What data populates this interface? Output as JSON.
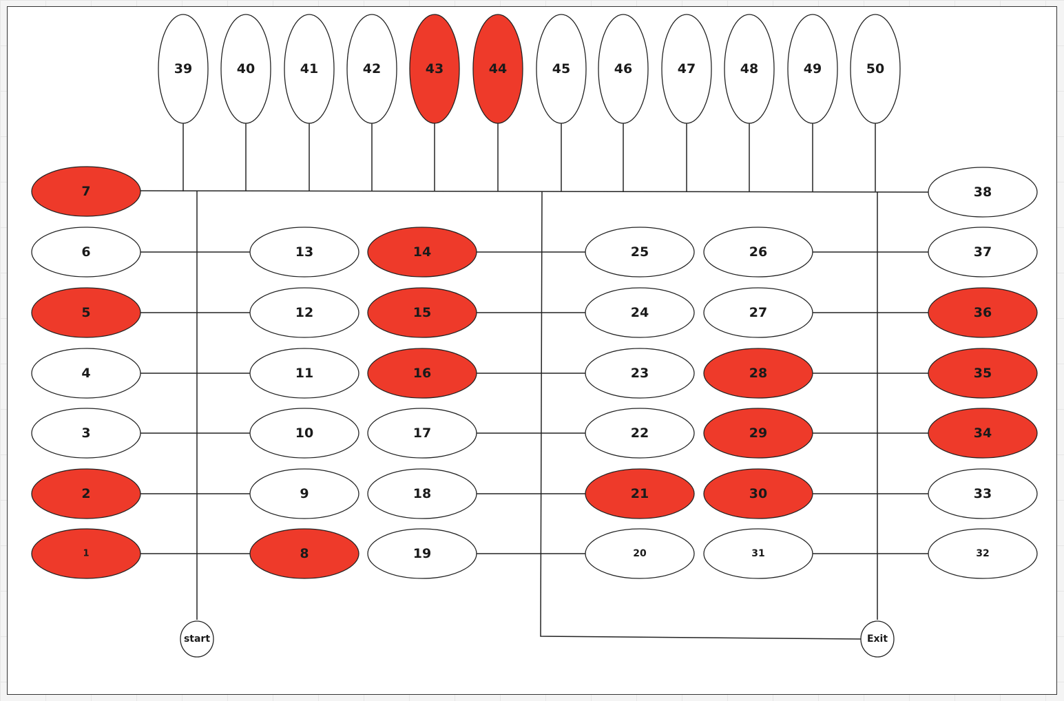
{
  "colors": {
    "selected": "#ee3a2a",
    "default": "#ffffff",
    "stroke": "#222222"
  },
  "nodes": [
    {
      "label": "1",
      "selected": true
    },
    {
      "label": "2",
      "selected": true
    },
    {
      "label": "3",
      "selected": false
    },
    {
      "label": "4",
      "selected": false
    },
    {
      "label": "5",
      "selected": true
    },
    {
      "label": "6",
      "selected": false
    },
    {
      "label": "7",
      "selected": true
    },
    {
      "label": "8",
      "selected": true
    },
    {
      "label": "9",
      "selected": false
    },
    {
      "label": "10",
      "selected": false
    },
    {
      "label": "11",
      "selected": false
    },
    {
      "label": "12",
      "selected": false
    },
    {
      "label": "13",
      "selected": false
    },
    {
      "label": "14",
      "selected": true
    },
    {
      "label": "15",
      "selected": true
    },
    {
      "label": "16",
      "selected": true
    },
    {
      "label": "17",
      "selected": false
    },
    {
      "label": "18",
      "selected": false
    },
    {
      "label": "19",
      "selected": false
    },
    {
      "label": "20",
      "selected": false
    },
    {
      "label": "21",
      "selected": true
    },
    {
      "label": "22",
      "selected": false
    },
    {
      "label": "23",
      "selected": false
    },
    {
      "label": "24",
      "selected": false
    },
    {
      "label": "25",
      "selected": false
    },
    {
      "label": "26",
      "selected": false
    },
    {
      "label": "27",
      "selected": false
    },
    {
      "label": "28",
      "selected": true
    },
    {
      "label": "29",
      "selected": true
    },
    {
      "label": "30",
      "selected": true
    },
    {
      "label": "31",
      "selected": false
    },
    {
      "label": "32",
      "selected": false
    },
    {
      "label": "33",
      "selected": false
    },
    {
      "label": "34",
      "selected": true
    },
    {
      "label": "35",
      "selected": true
    },
    {
      "label": "36",
      "selected": true
    },
    {
      "label": "37",
      "selected": false
    },
    {
      "label": "38",
      "selected": false
    },
    {
      "label": "39",
      "selected": false
    },
    {
      "label": "40",
      "selected": false
    },
    {
      "label": "41",
      "selected": false
    },
    {
      "label": "42",
      "selected": false
    },
    {
      "label": "43",
      "selected": true
    },
    {
      "label": "44",
      "selected": true
    },
    {
      "label": "45",
      "selected": false
    },
    {
      "label": "46",
      "selected": false
    },
    {
      "label": "47",
      "selected": false
    },
    {
      "label": "48",
      "selected": false
    },
    {
      "label": "49",
      "selected": false
    },
    {
      "label": "50",
      "selected": false
    }
  ],
  "terminals": [
    {
      "label": "start"
    },
    {
      "label": "Exit"
    }
  ]
}
